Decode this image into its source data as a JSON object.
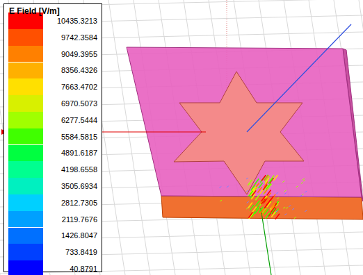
{
  "diagram": {
    "labels": [
      "E Field [V/m]"
    ],
    "legend": [
      {
        "text": "10435.3213",
        "color": "#ff0000"
      },
      {
        "text": "9742.3584",
        "color": "#ff5000"
      },
      {
        "text": "9049.3955",
        "color": "#ff8000"
      },
      {
        "text": "8356.4326",
        "color": "#ffb000"
      },
      {
        "text": "7663.4702",
        "color": "#ffe000"
      },
      {
        "text": "6970.5073",
        "color": "#d8f000"
      },
      {
        "text": "6277.5444",
        "color": "#a0ff00"
      },
      {
        "text": "5584.5815",
        "color": "#40ff00"
      },
      {
        "text": "4891.6187",
        "color": "#00ff40"
      },
      {
        "text": "4198.6558",
        "color": "#00ff90"
      },
      {
        "text": "3505.6934",
        "color": "#00f0c0"
      },
      {
        "text": "2812.7305",
        "color": "#00d0ff"
      },
      {
        "text": "2119.7676",
        "color": "#00a0ff"
      },
      {
        "text": "1426.8047",
        "color": "#0070ff"
      },
      {
        "text": "733.8419",
        "color": "#0040ff"
      },
      {
        "text": "40.8791",
        "color": "#0000ff"
      }
    ]
  }
}
